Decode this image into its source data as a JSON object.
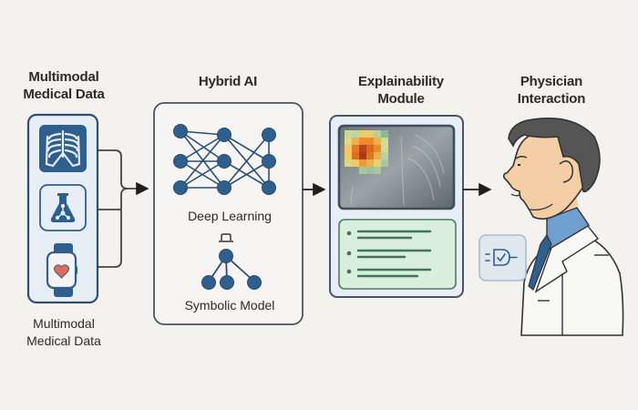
{
  "diagram": {
    "stages": [
      {
        "id": "data",
        "title_line1": "Multimodal",
        "title_line2": "Medical Data",
        "caption_line1": "Multimodal",
        "caption_line2": "Medical Data",
        "icons": [
          "chest-xray-icon",
          "lab-flask-icon",
          "smartwatch-heart-icon"
        ]
      },
      {
        "id": "hybrid",
        "title": "Hybrid AI",
        "sub_top": "Deep Learning",
        "sub_bottom": "Symbolic Model",
        "icons": [
          "neural-network-icon",
          "link-connector-icon",
          "tree-graph-icon"
        ]
      },
      {
        "id": "explain",
        "title_line1": "Explainability",
        "title_line2": "Module",
        "icons": [
          "heatmap-xray-icon",
          "text-list-icon"
        ]
      },
      {
        "id": "physician",
        "title_line1": "Physician",
        "title_line2": "Interaction",
        "icons": [
          "physician-icon",
          "approve-gate-icon"
        ]
      }
    ],
    "flow": [
      "data -> hybrid",
      "hybrid -> explain",
      "explain -> physician"
    ],
    "colors": {
      "background": "#f4f2ef",
      "primary_blue": "#2f5f8f",
      "panel_fill": "#e8eef5",
      "outline": "#4a5560",
      "heat_red": "#b8431d",
      "heat_orange": "#ee8a2a",
      "heat_yellow": "#efc964",
      "heat_green": "#a9c79d",
      "explain_green": "#d9eedb",
      "explain_green_line": "#3f735c",
      "skin": "#f4cfa6",
      "hair": "#555555",
      "shirt_blue": "#6f9fcf",
      "heart": "#e26a5a"
    }
  }
}
